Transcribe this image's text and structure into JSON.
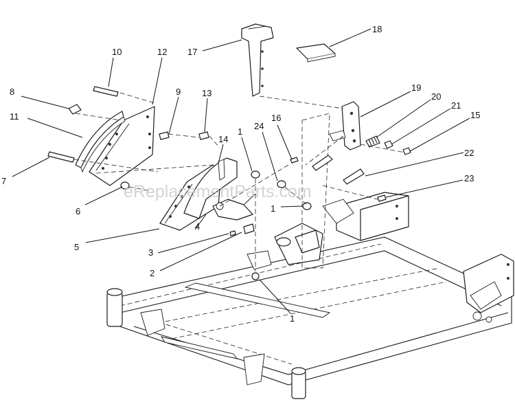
{
  "watermark": "eReplacementParts.com",
  "callouts": {
    "c1a": "1",
    "c1b": "1",
    "c1c": "1",
    "c2": "2",
    "c3": "3",
    "c4": "4",
    "c5": "5",
    "c6": "6",
    "c7": "7",
    "c8": "8",
    "c9": "9",
    "c10": "10",
    "c11": "11",
    "c12": "12",
    "c13": "13",
    "c14": "14",
    "c15": "15",
    "c16": "16",
    "c17": "17",
    "c18": "18",
    "c19": "19",
    "c20": "20",
    "c21": "21",
    "c22": "22",
    "c23": "23",
    "c24": "24"
  }
}
